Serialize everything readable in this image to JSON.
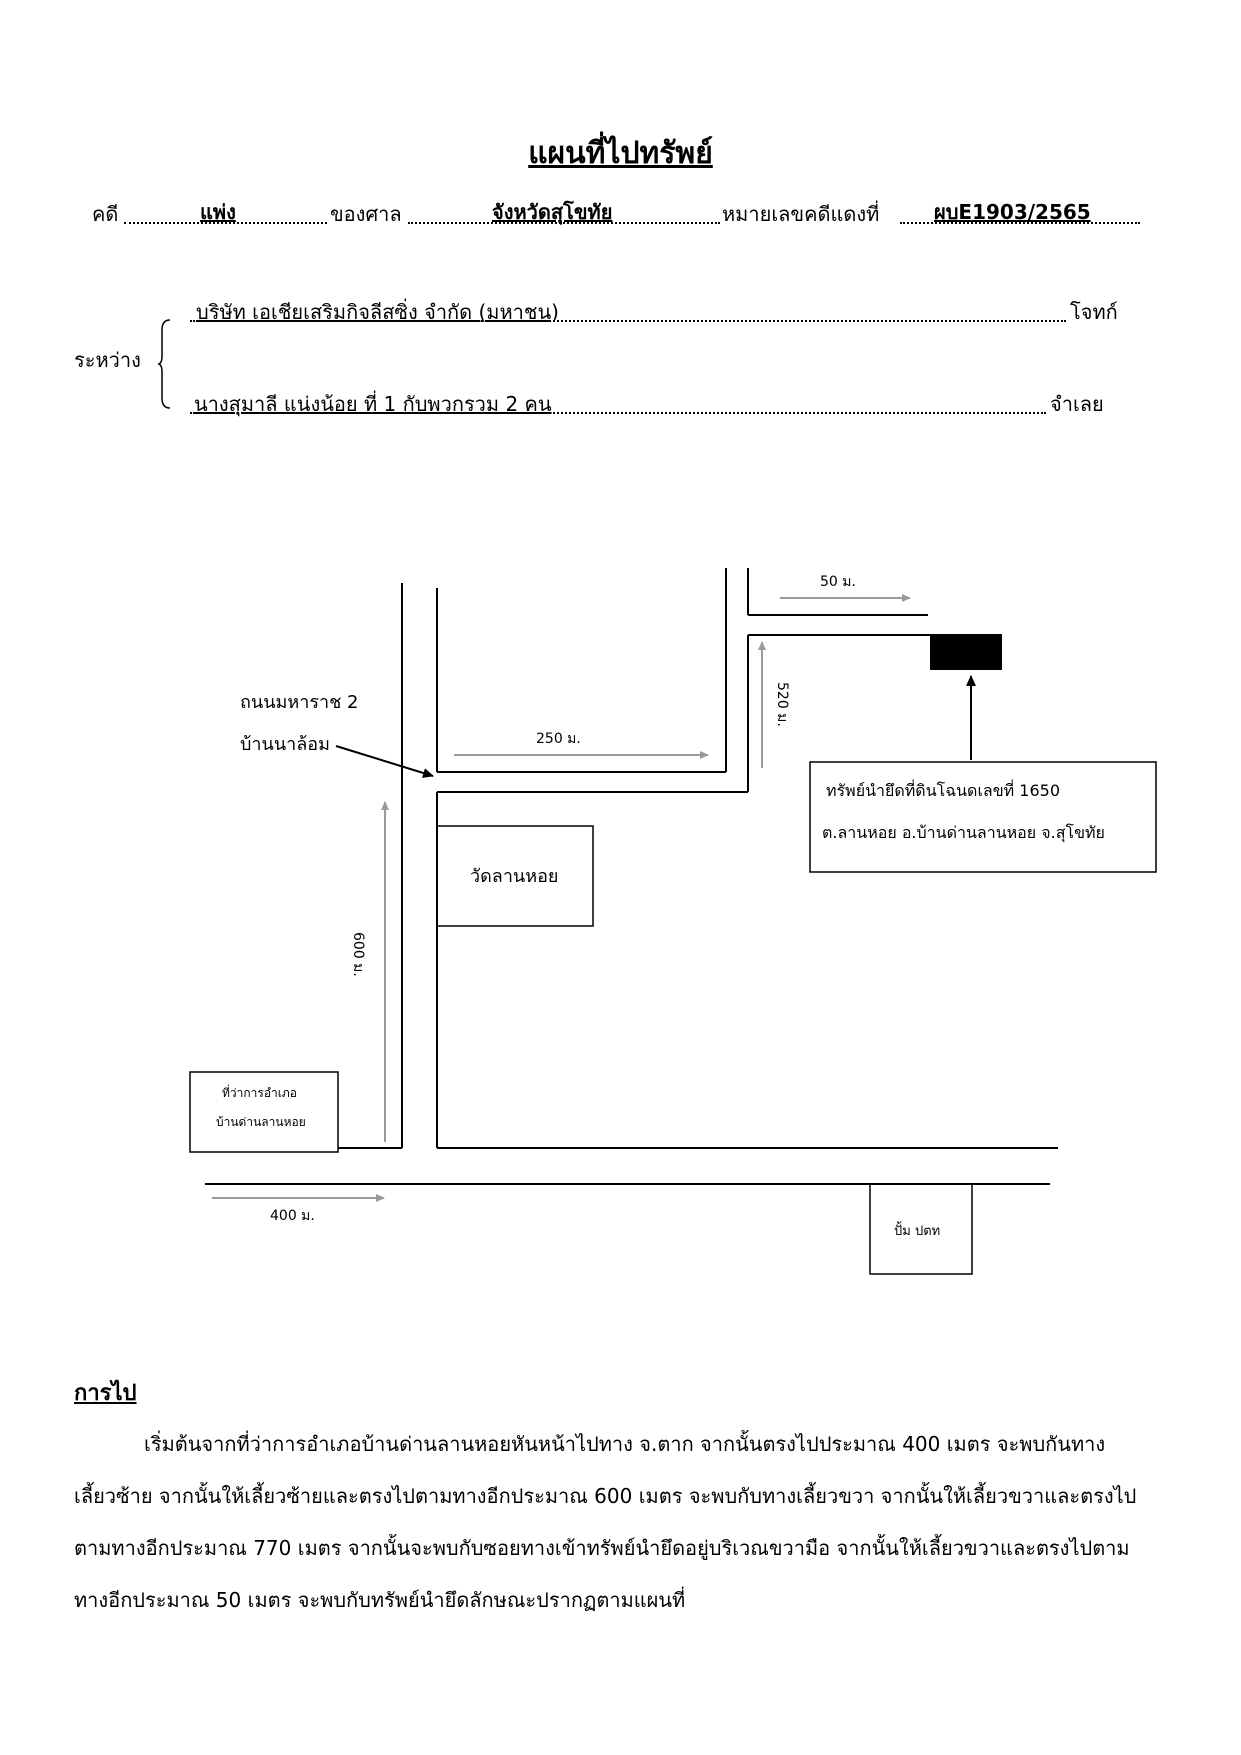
{
  "header": {
    "title": "แผนที่ไปทรัพย์",
    "case_label": "คดี",
    "case_type": "แพ่ง",
    "court_label": "ของศาล",
    "court": "จังหวัดสุโขทัย",
    "red_number_label": "หมายเลขคดีแดงที่",
    "red_number": "ผบE1903/2565"
  },
  "parties": {
    "between_label": "ระหว่าง",
    "plaintiff": "บริษัท เอเชียเสริมกิจลีสซิ่ง จำกัด (มหาชน)",
    "plaintiff_label": "โจทก์",
    "defendant": "นางสุมาลี  แน่งน้อย ที่ 1 กับพวกรวม 2 คน",
    "defendant_label": "จำเลย"
  },
  "map": {
    "road_label_line1": "ถนนมหาราช 2",
    "road_label_line2": "บ้านนาล้อม",
    "dist_50": "50 ม.",
    "dist_250": "250 ม.",
    "dist_520": "520 ม.",
    "dist_600": "600 ม.",
    "dist_400": "400 ม.",
    "temple": "วัดลานหอย",
    "district_office_line1": "ที่ว่าการอำเภอ",
    "district_office_line2": "บ้านด่านลานหอย",
    "gas_station": "ปั้ม ปตท",
    "property_line1": "ทรัพย์นำยึดที่ดินโฉนดเลขที่ 1650",
    "property_line2": "ต.ลานหอย อ.บ้านด่านลานหอย จ.สุโขทัย",
    "colors": {
      "arrow_gray": "#9a9a9a",
      "line": "#000000",
      "property_fill": "#000000"
    }
  },
  "directions": {
    "heading": "การไป",
    "line1": "เริ่มต้นจากที่ว่าการอำเภอบ้านด่านลานหอยหันหน้าไปทาง จ.ตาก จากนั้นตรงไปประมาณ 400 เมตร จะพบกันทาง",
    "line2": "เลี้ยวซ้าย จากนั้นให้เลี้ยวซ้ายและตรงไปตามทางอีกประมาณ 600 เมตร จะพบกับทางเลี้ยวขวา จากนั้นให้เลี้ยวขวาและตรงไป",
    "line3": "ตามทางอีกประมาณ 770 เมตร จากนั้นจะพบกับซอยทางเข้าทรัพย์นำยึดอยู่บริเวณขวามือ จากนั้นให้เลี้ยวขวาและตรงไปตาม",
    "line4": "ทางอีกประมาณ 50 เมตร จะพบกับทรัพย์นำยึดลักษณะปรากฏตามแผนที่"
  }
}
